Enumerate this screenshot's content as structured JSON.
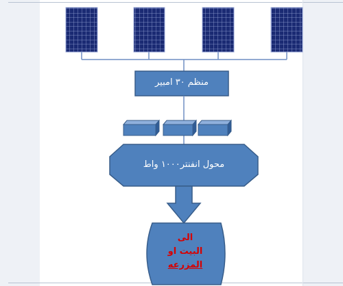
{
  "colors": {
    "shape_fill": "#4f81bd",
    "shape_stroke": "#385d8a",
    "panel_fill": "#1a2a73",
    "panel_grid": "#9aa8d8",
    "wire": "#6f8ec3",
    "dest_text": "#d60000"
  },
  "panels": [
    {
      "name": "solar-panel-1"
    },
    {
      "name": "solar-panel-2"
    },
    {
      "name": "solar-panel-3"
    },
    {
      "name": "solar-panel-4"
    }
  ],
  "controller": {
    "label": "منظم ٣٠ امبير"
  },
  "batteries": [
    {
      "name": "battery-1"
    },
    {
      "name": "battery-2"
    },
    {
      "name": "battery-3"
    }
  ],
  "inverter": {
    "label": "محول انفنتر١٠٠٠ واط"
  },
  "destination": {
    "line1": "الى",
    "line2": "البيت او",
    "line3": "المزرعه"
  }
}
